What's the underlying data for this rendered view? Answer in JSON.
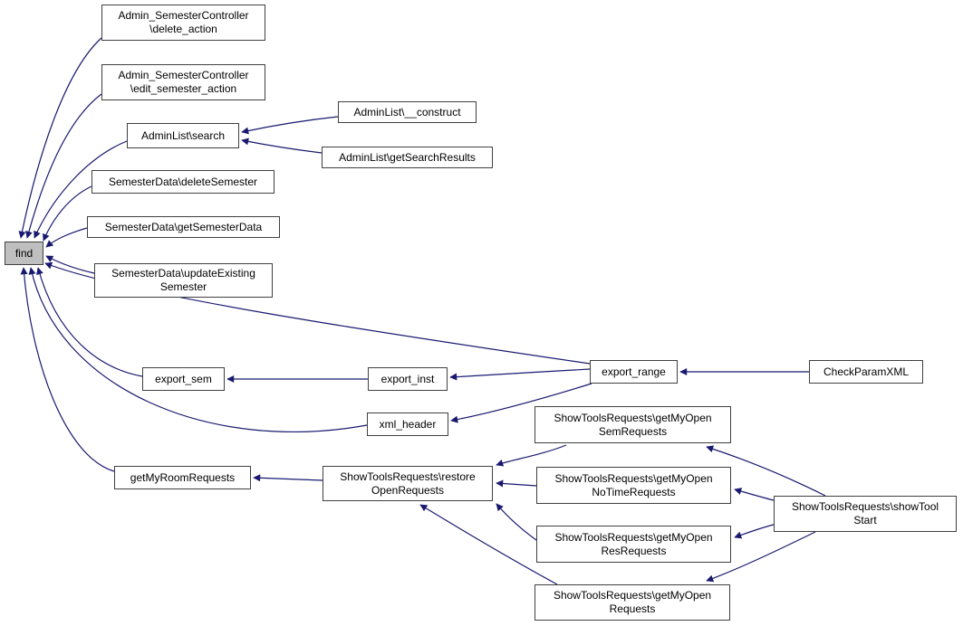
{
  "diagram_type": "caller-graph",
  "colors": {
    "background": "#ffffff",
    "edge": "#191970",
    "node_border": "#404040",
    "node_fill": "#ffffff",
    "highlight_node_fill": "#bfbfbf",
    "text": "#000000"
  },
  "nodes": {
    "find": {
      "lines": [
        "find"
      ]
    },
    "admin_semester_delete_action": {
      "lines": [
        "Admin_SemesterController",
        "\\delete_action"
      ]
    },
    "admin_semester_edit_action": {
      "lines": [
        "Admin_SemesterController",
        "\\edit_semester_action"
      ]
    },
    "adminlist_search": {
      "lines": [
        "AdminList\\search"
      ]
    },
    "adminlist_construct": {
      "lines": [
        "AdminList\\__construct"
      ]
    },
    "adminlist_get_search_results": {
      "lines": [
        "AdminList\\getSearchResults"
      ]
    },
    "semesterdata_delete_semester": {
      "lines": [
        "SemesterData\\deleteSemester"
      ]
    },
    "semesterdata_get_semester_data": {
      "lines": [
        "SemesterData\\getSemesterData"
      ]
    },
    "semesterdata_update_existing": {
      "lines": [
        "SemesterData\\updateExisting",
        "Semester"
      ]
    },
    "export_sem": {
      "lines": [
        "export_sem"
      ]
    },
    "export_inst": {
      "lines": [
        "export_inst"
      ]
    },
    "xml_header": {
      "lines": [
        "xml_header"
      ]
    },
    "export_range": {
      "lines": [
        "export_range"
      ]
    },
    "check_param_xml": {
      "lines": [
        "CheckParamXML"
      ]
    },
    "get_my_room_requests": {
      "lines": [
        "getMyRoomRequests"
      ]
    },
    "restore_open_requests": {
      "lines": [
        "ShowToolsRequests\\restore",
        "OpenRequests"
      ]
    },
    "get_my_open_sem_requests": {
      "lines": [
        "ShowToolsRequests\\getMyOpen",
        "SemRequests"
      ]
    },
    "get_my_open_no_time_requests": {
      "lines": [
        "ShowToolsRequests\\getMyOpen",
        "NoTimeRequests"
      ]
    },
    "get_my_open_res_requests": {
      "lines": [
        "ShowToolsRequests\\getMyOpen",
        "ResRequests"
      ]
    },
    "get_my_open_requests": {
      "lines": [
        "ShowToolsRequests\\getMyOpen",
        "Requests"
      ]
    },
    "show_tool_start": {
      "lines": [
        "ShowToolsRequests\\showTool",
        "Start"
      ]
    }
  },
  "edges": [
    {
      "from": "Admin_SemesterController\\delete_action",
      "to": "find"
    },
    {
      "from": "Admin_SemesterController\\edit_semester_action",
      "to": "find"
    },
    {
      "from": "AdminList\\search",
      "to": "find"
    },
    {
      "from": "SemesterData\\deleteSemester",
      "to": "find"
    },
    {
      "from": "SemesterData\\getSemesterData",
      "to": "find"
    },
    {
      "from": "SemesterData\\updateExistingSemester",
      "to": "find"
    },
    {
      "from": "export_range",
      "to": "find"
    },
    {
      "from": "export_sem",
      "to": "find"
    },
    {
      "from": "xml_header",
      "to": "find"
    },
    {
      "from": "getMyRoomRequests",
      "to": "find"
    },
    {
      "from": "AdminList\\__construct",
      "to": "AdminList\\search"
    },
    {
      "from": "AdminList\\getSearchResults",
      "to": "AdminList\\search"
    },
    {
      "from": "export_inst",
      "to": "export_sem"
    },
    {
      "from": "export_range",
      "to": "export_inst"
    },
    {
      "from": "export_range",
      "to": "xml_header"
    },
    {
      "from": "CheckParamXML",
      "to": "export_range"
    },
    {
      "from": "ShowToolsRequests\\restoreOpenRequests",
      "to": "getMyRoomRequests"
    },
    {
      "from": "ShowToolsRequests\\getMyOpenSemRequests",
      "to": "ShowToolsRequests\\restoreOpenRequests"
    },
    {
      "from": "ShowToolsRequests\\getMyOpenNoTimeRequests",
      "to": "ShowToolsRequests\\restoreOpenRequests"
    },
    {
      "from": "ShowToolsRequests\\getMyOpenResRequests",
      "to": "ShowToolsRequests\\restoreOpenRequests"
    },
    {
      "from": "ShowToolsRequests\\getMyOpenRequests",
      "to": "ShowToolsRequests\\restoreOpenRequests"
    },
    {
      "from": "ShowToolsRequests\\showToolStart",
      "to": "ShowToolsRequests\\getMyOpenSemRequests"
    },
    {
      "from": "ShowToolsRequests\\showToolStart",
      "to": "ShowToolsRequests\\getMyOpenNoTimeRequests"
    },
    {
      "from": "ShowToolsRequests\\showToolStart",
      "to": "ShowToolsRequests\\getMyOpenResRequests"
    },
    {
      "from": "ShowToolsRequests\\showToolStart",
      "to": "ShowToolsRequests\\getMyOpenRequests"
    }
  ]
}
